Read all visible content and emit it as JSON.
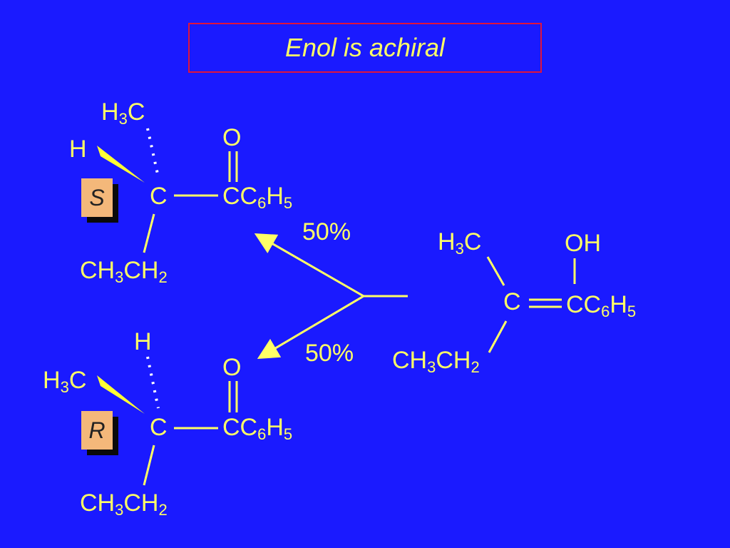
{
  "title": "Enol is achiral",
  "colors": {
    "background": "#1a1aff",
    "text": "#ffff66",
    "title_border": "#e0143c",
    "badge": "#f4b87a"
  },
  "top_ketone": {
    "methyl": "H",
    "methyl_sub": "3",
    "methyl_tail": "C",
    "h": "H",
    "center": "C",
    "oxygen": "O",
    "carbonyl": "CC",
    "carbonyl_sub1": "6",
    "carbonyl_mid": "H",
    "carbonyl_sub2": "5",
    "ethyl": "CH",
    "ethyl_sub1": "3",
    "ethyl_mid": "CH",
    "ethyl_sub2": "2",
    "config": "S"
  },
  "bottom_ketone": {
    "h": "H",
    "methyl": "H",
    "methyl_sub": "3",
    "methyl_tail": "C",
    "center": "C",
    "oxygen": "O",
    "carbonyl": "CC",
    "carbonyl_sub1": "6",
    "carbonyl_mid": "H",
    "carbonyl_sub2": "5",
    "ethyl": "CH",
    "ethyl_sub1": "3",
    "ethyl_mid": "CH",
    "ethyl_sub2": "2",
    "config": "R"
  },
  "enol": {
    "methyl": "H",
    "methyl_sub": "3",
    "methyl_tail": "C",
    "oh": "OH",
    "center": "C",
    "carbonyl": "CC",
    "carbonyl_sub1": "6",
    "carbonyl_mid": "H",
    "carbonyl_sub2": "5",
    "ethyl": "CH",
    "ethyl_sub1": "3",
    "ethyl_mid": "CH",
    "ethyl_sub2": "2"
  },
  "percent_top": "50%",
  "percent_bottom": "50%"
}
